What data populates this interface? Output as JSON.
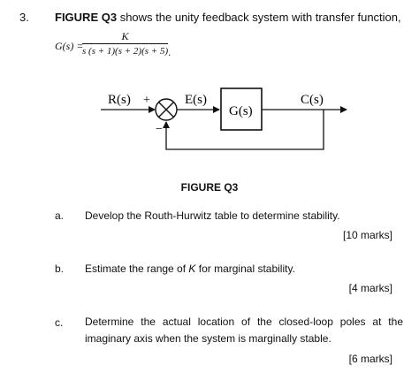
{
  "question": {
    "number": "3.",
    "intro_bold": "FIGURE Q3",
    "intro_rest": " shows the unity feedback system with transfer function,",
    "tf_lhs": "G(s) =",
    "tf_numerator": "K",
    "tf_denominator": "s (s + 1)(s + 2)(s + 5)",
    "tf_end": "."
  },
  "diagram": {
    "input_label": "R(s)",
    "plus_sign": "+",
    "minus_sign": "−",
    "error_label": "E(s)",
    "block_label": "G(s)",
    "output_label": "C(s)",
    "caption": "FIGURE Q3"
  },
  "parts": [
    {
      "letter": "a.",
      "text": "Develop the Routh-Hurwitz table to determine stability.",
      "marks": "[10 marks]"
    },
    {
      "letter": "b.",
      "text_before": "Estimate the range of ",
      "text_var": "K",
      "text_after": " for marginal stability.",
      "marks": "[4 marks]"
    },
    {
      "letter": "c.",
      "text": "Determine the actual location of the closed-loop poles at the imaginary axis when the system is marginally stable.",
      "marks": "[6 marks]"
    }
  ]
}
